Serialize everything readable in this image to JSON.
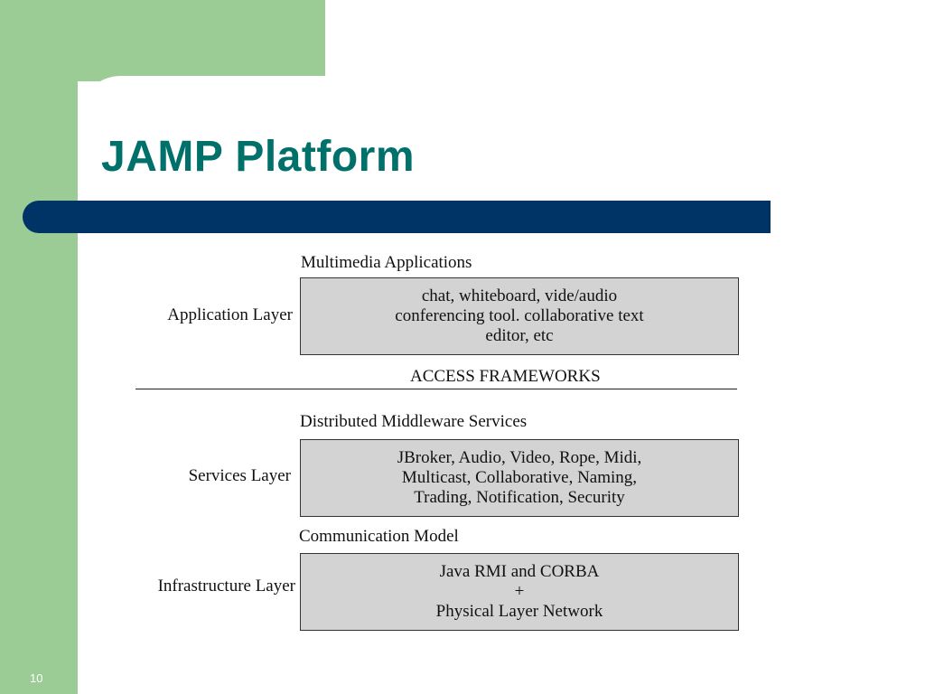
{
  "slide": {
    "title": "JAMP Platform",
    "page_number": "10"
  },
  "diagram": {
    "headings": {
      "multimedia": "Multimedia Applications",
      "access": "ACCESS FRAMEWORKS",
      "middleware": "Distributed Middleware Services",
      "communication": "Communication Model"
    },
    "layers": [
      {
        "label": "Application Layer",
        "lines": [
          "chat, whiteboard, vide/audio",
          "conferencing tool. collaborative text",
          "editor, etc"
        ]
      },
      {
        "label": "Services Layer",
        "lines": [
          "JBroker, Audio, Video, Rope, Midi,",
          "Multicast, Collaborative, Naming,",
          "Trading, Notification, Security"
        ]
      },
      {
        "label": "Infrastructure Layer",
        "lines": [
          "Java RMI and CORBA",
          "+",
          "Physical Layer Network"
        ]
      }
    ]
  },
  "colors": {
    "green_frame": "#9ccc95",
    "title_text": "#00706a",
    "title_bar": "#003366",
    "box_fill": "#d3d3d3"
  }
}
